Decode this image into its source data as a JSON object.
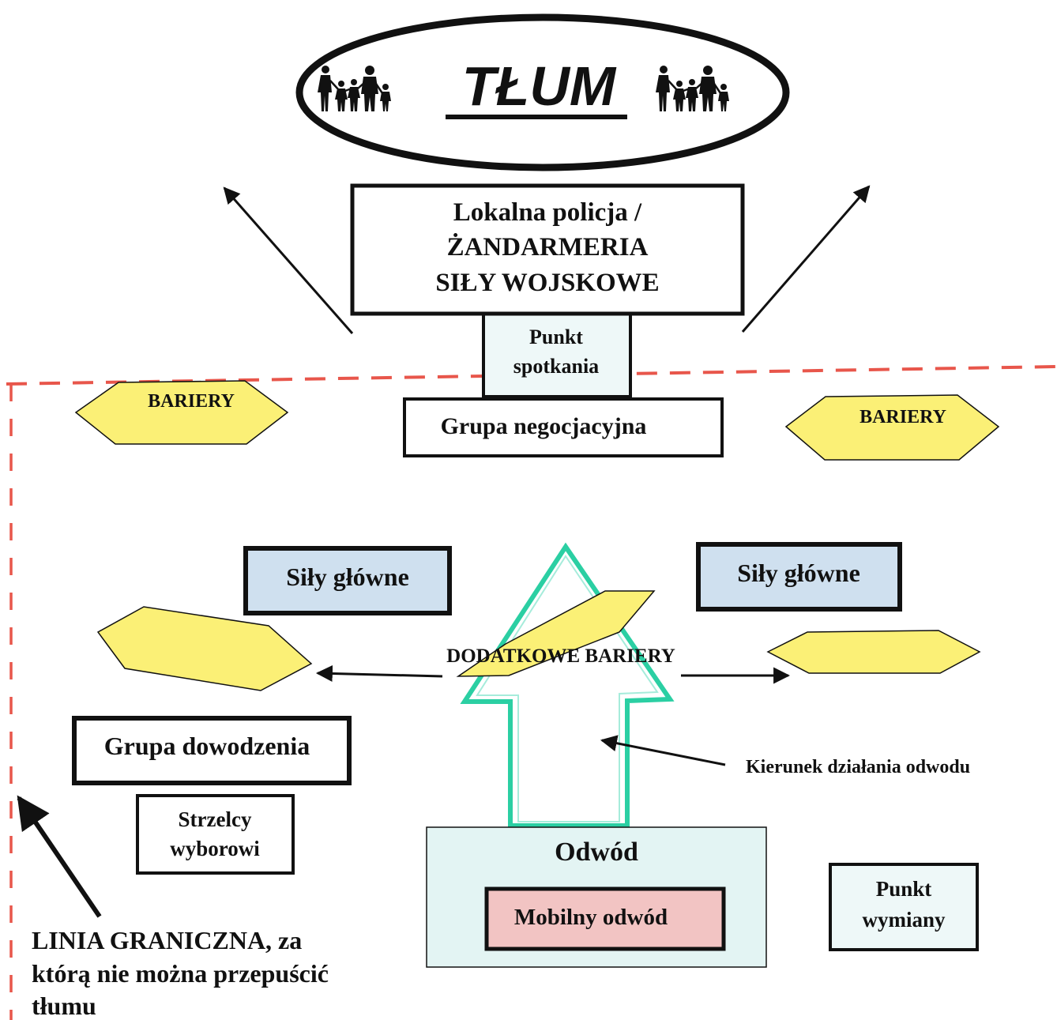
{
  "crowd": {
    "title": "TŁUM"
  },
  "command_box": {
    "line1": "Lokalna policja /",
    "line2": "ŻANDARMERIA",
    "line3": "SIŁY WOJSKOWE"
  },
  "meeting_point": {
    "line1": "Punkt",
    "line2": "spotkania"
  },
  "negotiation_group": {
    "label": "Grupa negocjacyjna"
  },
  "barriers": {
    "left_label": "BARIERY",
    "right_label": "BARIERY"
  },
  "main_forces": {
    "left_label": "Siły główne",
    "right_label": "Siły główne"
  },
  "additional_barriers": {
    "label": "DODATKOWE BARIERY"
  },
  "command_group": {
    "label": "Grupa dowodzenia"
  },
  "snipers": {
    "line1": "Strzelcy",
    "line2": "wyborowi"
  },
  "reserve": {
    "label": "Odwód",
    "mobile_label": "Mobilny odwód"
  },
  "exchange_point": {
    "line1": "Punkt",
    "line2": "wymiany"
  },
  "direction": {
    "label": "Kierunek działania odwodu"
  },
  "boundary_line": {
    "line1": "LINIA GRANICZNA, za",
    "line2": "którą nie można przepuścić",
    "line3": "tłumu"
  },
  "colors": {
    "barrier_fill": "#fbf076",
    "main_forces_fill": "#cfe0ef",
    "reserve_fill": "#e3f4f3",
    "mobile_reserve_fill": "#f2c4c3",
    "arrow_outline": "#2bcfa3",
    "boundary_line": "#e8564b",
    "light_box_fill": "#eef8f8"
  },
  "icons": [
    "family-silhouette-icon",
    "arrow-icon"
  ]
}
